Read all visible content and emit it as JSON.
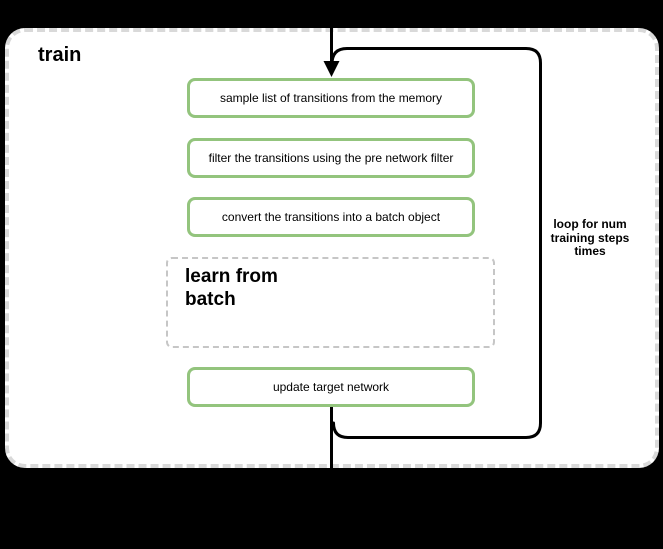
{
  "diagram": {
    "title": "train",
    "steps": [
      {
        "label": "sample list of transitions from the memory"
      },
      {
        "label": "filter the transitions using the pre network filter"
      },
      {
        "label": "convert the transitions into a batch object"
      },
      {
        "label": "update target network"
      }
    ],
    "learn_block_label": "learn from\nbatch",
    "loop_annotation": "loop for num\ntraining steps\ntimes",
    "colors": {
      "background": "#000000",
      "surface": "#ffffff",
      "step_border": "#93c47d",
      "container_border": "#d9d9d9",
      "learn_border": "#c6c6c6",
      "connector": "#000000"
    }
  }
}
